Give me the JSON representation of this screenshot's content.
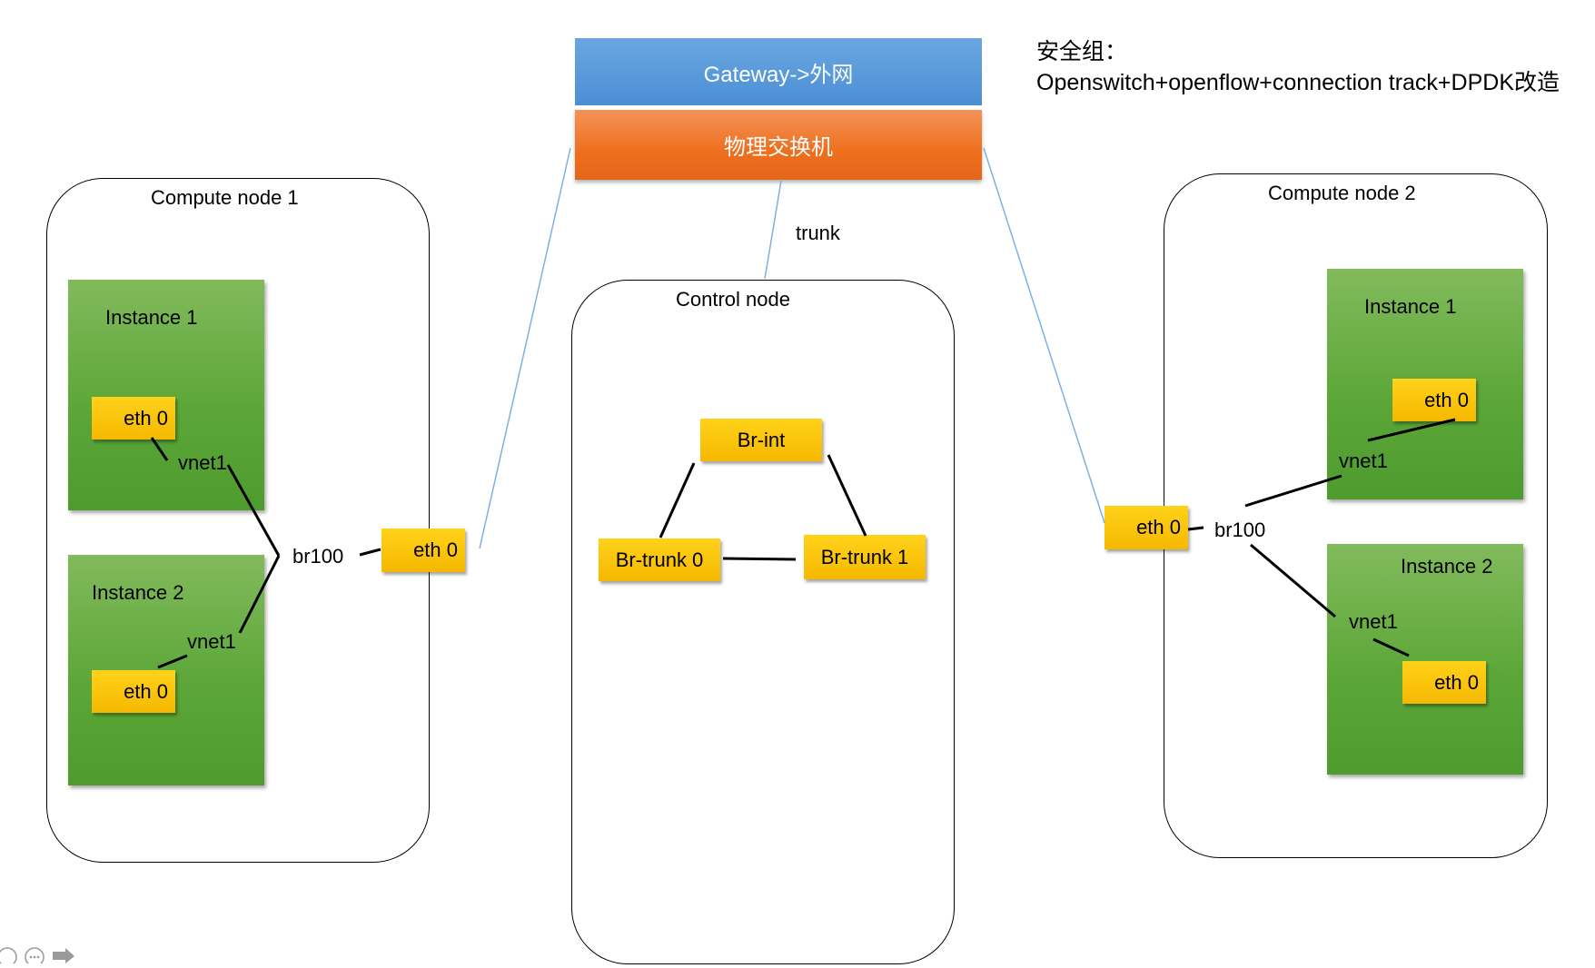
{
  "gateway": {
    "label": "Gateway->外网",
    "color": "#4b8fd4"
  },
  "physical_switch": {
    "label": "物理交换机",
    "color": "#ee6f1d"
  },
  "trunk_label": "trunk",
  "note": {
    "line1": "安全组：",
    "line2": "Openswitch+openflow+connection track+DPDK改造"
  },
  "compute_node_1": {
    "title": "Compute node 1",
    "instance1": {
      "title": "Instance 1",
      "port": "eth 0",
      "vnet": "vnet1"
    },
    "instance2": {
      "title": "Instance 2",
      "port": "eth 0",
      "vnet": "vnet1"
    },
    "bridge": "br100",
    "uplink_port": "eth 0"
  },
  "control_node": {
    "title": "Control node",
    "br_int": "Br-int",
    "br_trunk0": "Br-trunk 0",
    "br_trunk1": "Br-trunk 1"
  },
  "compute_node_2": {
    "title": "Compute node 2",
    "instance1": {
      "title": "Instance 1",
      "port": "eth 0",
      "vnet": "vnet1"
    },
    "instance2": {
      "title": "Instance 2",
      "port": "eth 0",
      "vnet": "vnet1"
    },
    "bridge": "br100",
    "uplink_port": "eth 0"
  },
  "colors": {
    "instance_green": "#5da739",
    "port_yellow": "#f6b800",
    "link_blue": "#7fb0e0"
  }
}
